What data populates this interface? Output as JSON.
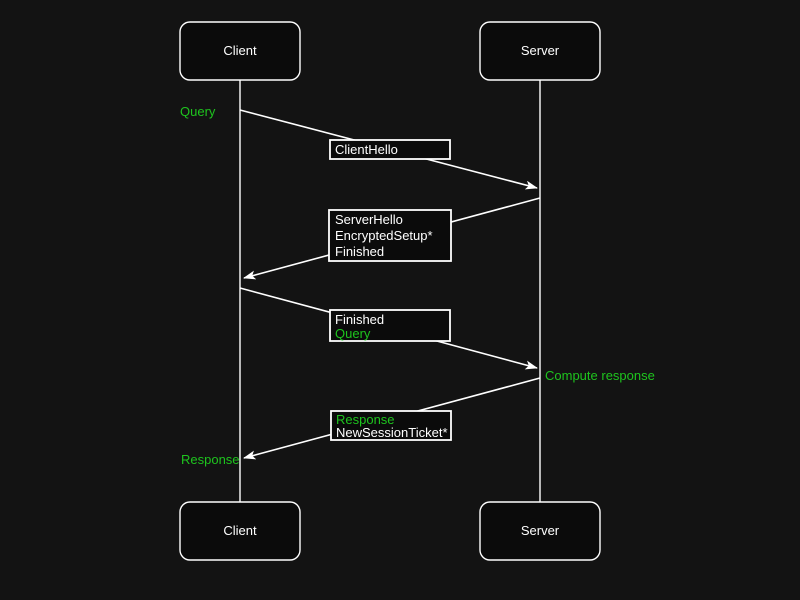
{
  "diagram": {
    "type": "sequence",
    "actors": {
      "client": "Client",
      "server": "Server"
    },
    "annotations": {
      "query": "Query",
      "compute_response": "Compute response",
      "response": "Response"
    },
    "messages": [
      {
        "from": "Client",
        "to": "Server",
        "labels": [
          "ClientHello"
        ]
      },
      {
        "from": "Server",
        "to": "Client",
        "labels": [
          "ServerHello",
          "EncryptedSetup*",
          "Finished"
        ]
      },
      {
        "from": "Client",
        "to": "Server",
        "labels": [
          "Finished",
          "Query"
        ]
      },
      {
        "from": "Server",
        "to": "Client",
        "labels": [
          "Response",
          "NewSessionTicket*"
        ]
      }
    ],
    "colors": {
      "background": "#131313",
      "box_fill": "#0b0b0b",
      "stroke": "#ffffff",
      "text": "#ffffff",
      "accent_green": "#1ec41e"
    }
  }
}
